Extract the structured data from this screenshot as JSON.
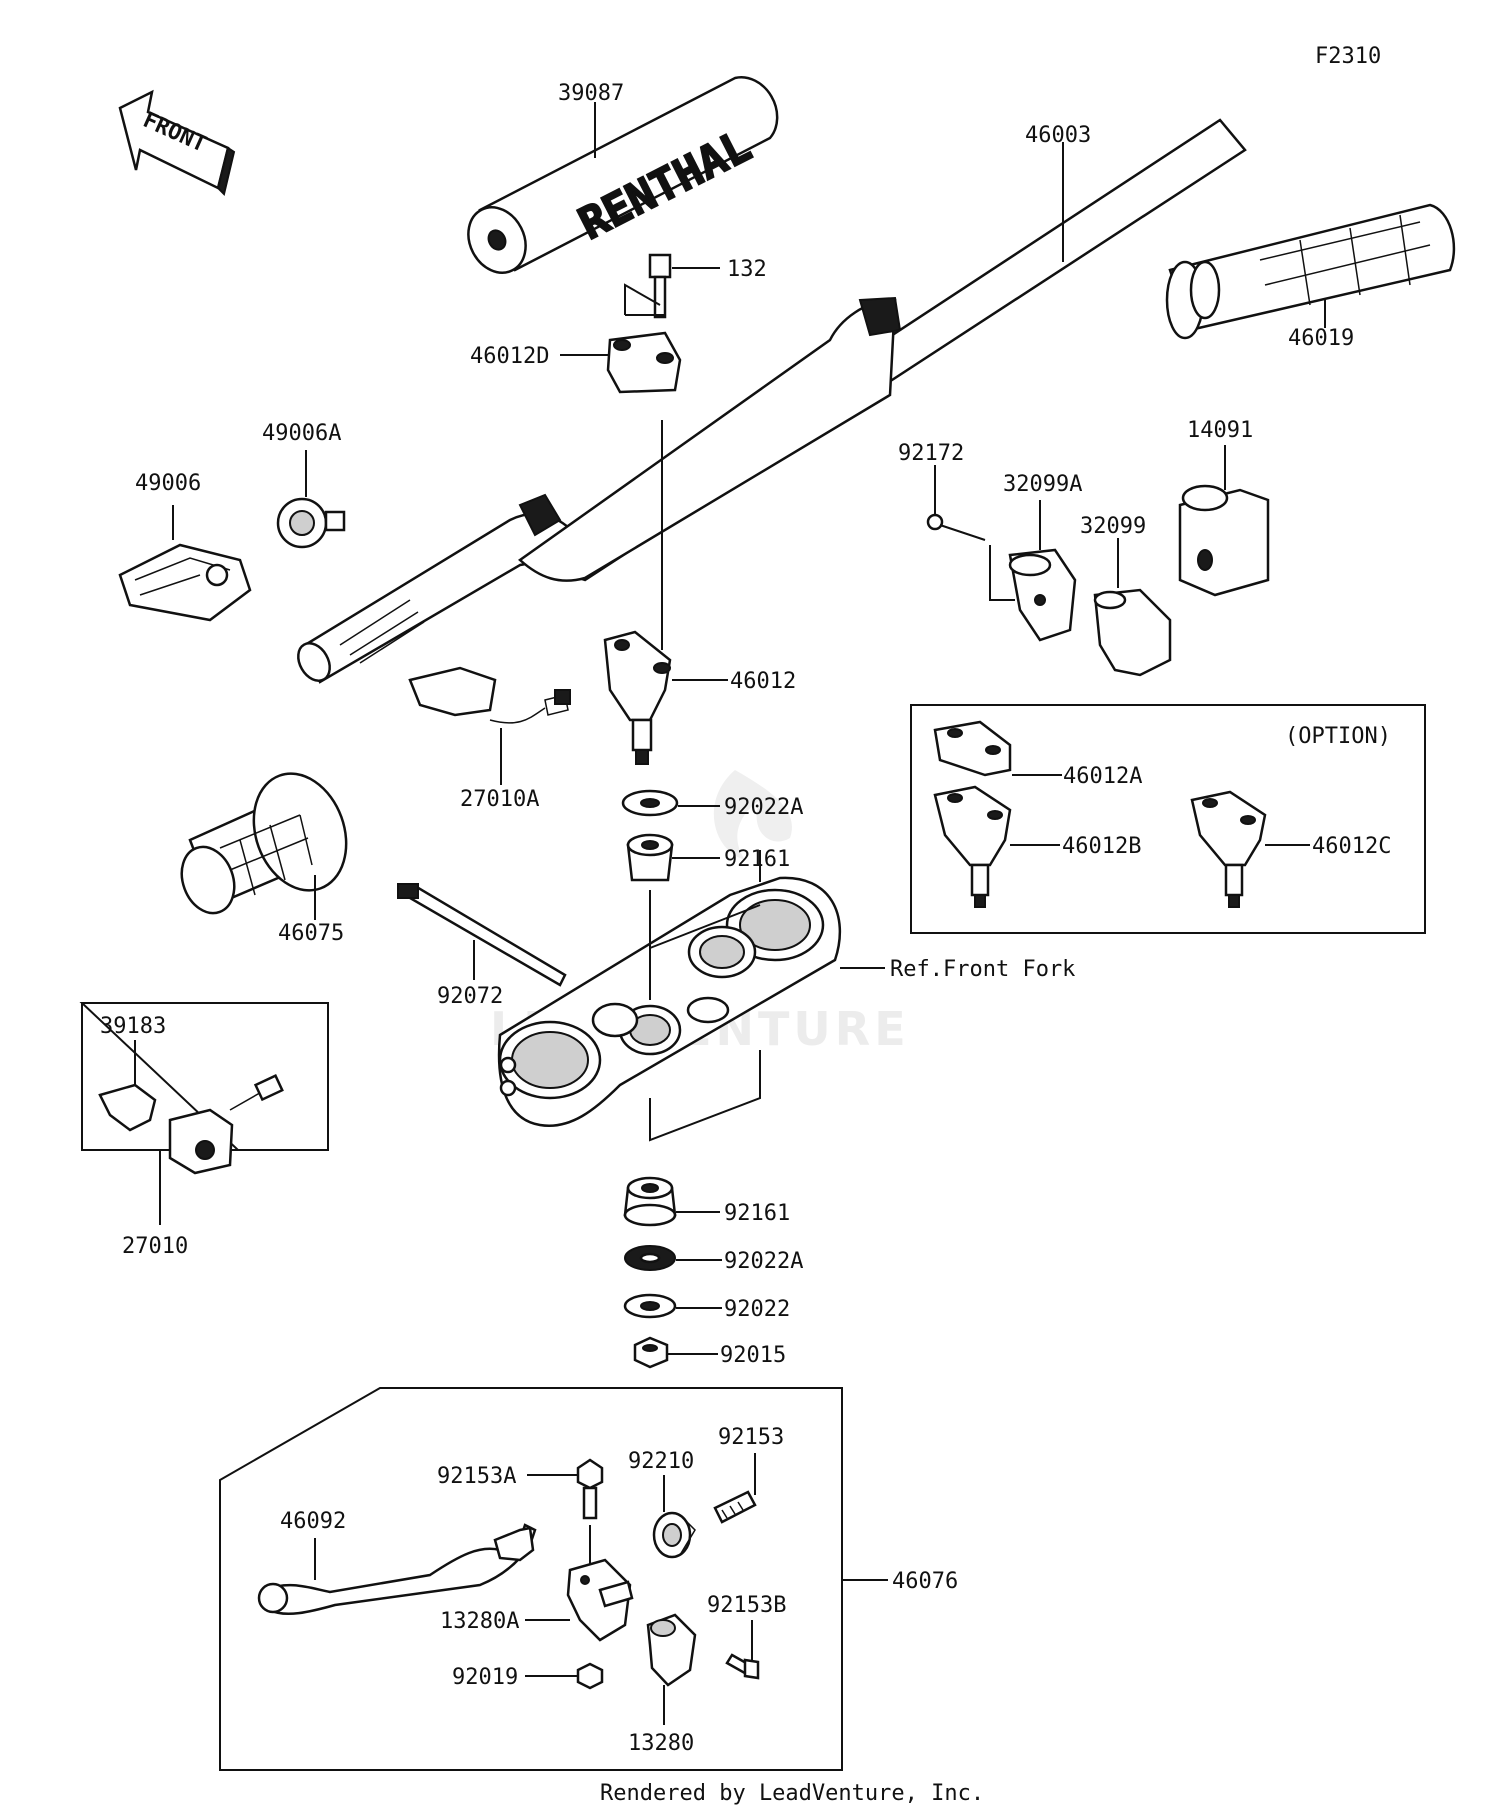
{
  "diagram_code": "F2310",
  "front_label": "FRONT",
  "pad_text": "RENTHAL",
  "watermark": "LEADVENTURE",
  "footer": "Rendered by LeadVenture, Inc.",
  "option_label": "(OPTION)",
  "labels": {
    "p39087": "39087",
    "p46003": "46003",
    "p132": "132",
    "p46012D": "46012D",
    "p46019": "46019",
    "p49006A": "49006A",
    "p49006": "49006",
    "p92172": "92172",
    "p32099A": "32099A",
    "p14091": "14091",
    "p32099": "32099",
    "p46012": "46012",
    "p27010A": "27010A",
    "p46012A": "46012A",
    "p46012B": "46012B",
    "p46012C": "46012C",
    "p92022A_top": "92022A",
    "p92161_top": "92161",
    "p46075": "46075",
    "ref_front_fork": "Ref.Front Fork",
    "p92072": "92072",
    "p39183": "39183",
    "p27010": "27010",
    "p92161_bot": "92161",
    "p92022A_bot": "92022A",
    "p92022": "92022",
    "p92015": "92015",
    "p92153": "92153",
    "p92153A": "92153A",
    "p92210": "92210",
    "p46092": "46092",
    "p46076": "46076",
    "p92153B": "92153B",
    "p13280A": "13280A",
    "p92019": "92019",
    "p13280": "13280"
  }
}
